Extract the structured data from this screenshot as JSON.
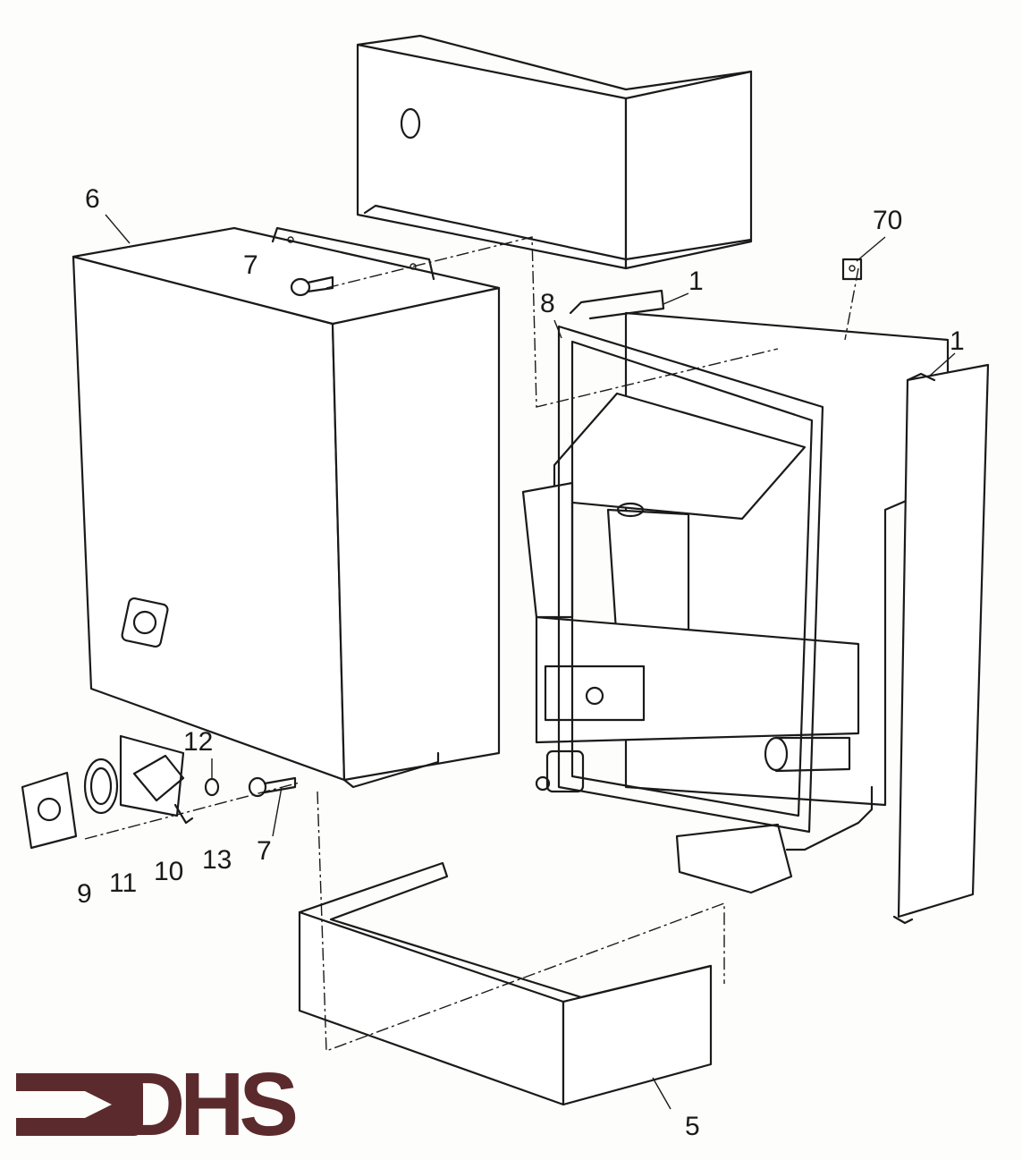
{
  "diagram": {
    "type": "exploded-parts-view",
    "part_labels": {
      "casing_front": "6",
      "screw_top": "7",
      "clip_top_right": "70",
      "side_bracket_left": "1",
      "seal_frame": "8",
      "side_panel_right": "1",
      "washer": "12",
      "screw_bottom": "7",
      "pin": "13",
      "switch_plate": "10",
      "ring": "11",
      "bezel": "9",
      "bottom_tray": "5"
    }
  },
  "logo": {
    "text": "DHS",
    "color": "#5b2a2c"
  }
}
